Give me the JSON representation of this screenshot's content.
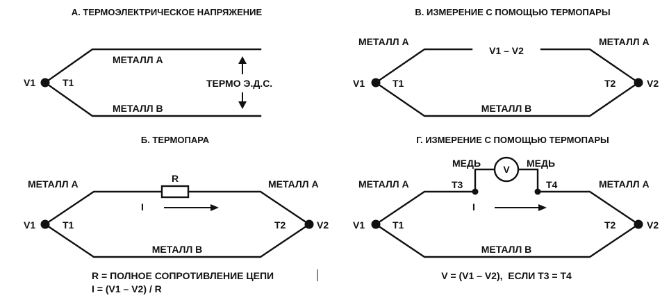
{
  "panels": {
    "a": {
      "title": "А. ТЕРМОЭЛЕКТРИЧЕСКОЕ НАПРЯЖЕНИЕ",
      "metal_a": "МЕТАЛЛ А",
      "metal_b": "МЕТАЛЛ В",
      "v1": "V1",
      "t1": "T1",
      "emf": "ТЕРМО Э.Д.С."
    },
    "b": {
      "title": "Б. ТЕРМОПАРА",
      "metal_a_left": "МЕТАЛЛ А",
      "metal_a_right": "МЕТАЛЛ А",
      "metal_b": "МЕТАЛЛ В",
      "v1": "V1",
      "t1": "T1",
      "t2": "T2",
      "v2": "V2",
      "resistor": "R",
      "current": "I",
      "note1": "R = ПОЛНОЕ СОПРОТИВЛЕНИЕ ЦЕПИ",
      "note2": "I = (V1 – V2) / R"
    },
    "c": {
      "title": "В. ИЗМЕРЕНИЕ С ПОМОЩЬЮ ТЕРМОПАРЫ",
      "metal_a_left": "МЕТАЛЛ А",
      "metal_a_right": "МЕТАЛЛ А",
      "metal_b": "МЕТАЛЛ В",
      "gap": "V1 – V2",
      "v1": "V1",
      "t1": "T1",
      "t2": "T2",
      "v2": "V2"
    },
    "d": {
      "title": "Г. ИЗМЕРЕНИЕ С ПОМОЩЬЮ ТЕРМОПАРЫ",
      "copper_left": "МЕДЬ",
      "copper_right": "МЕДЬ",
      "meter": "V",
      "metal_a_left": "МЕТАЛЛ А",
      "metal_a_right": "МЕТАЛЛ А",
      "metal_b": "МЕТАЛЛ В",
      "t3": "T3",
      "t4": "T4",
      "current": "I",
      "v1": "V1",
      "t1": "T1",
      "t2": "T2",
      "v2": "V2",
      "note": "V = (V1 – V2),  ЕСЛИ T3 = T4"
    }
  }
}
